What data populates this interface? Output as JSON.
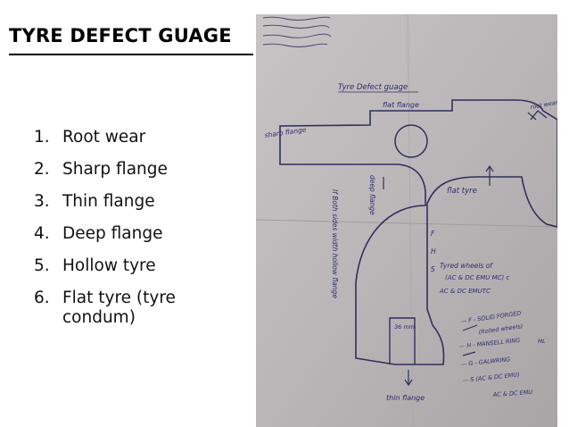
{
  "slide": {
    "title": "TYRE DEFECT GUAGE"
  },
  "defects": [
    {
      "num": "1.",
      "label": "Root wear"
    },
    {
      "num": "2.",
      "label": "Sharp flange"
    },
    {
      "num": "3.",
      "label": "Thin flange"
    },
    {
      "num": "4.",
      "label": "Deep flange"
    },
    {
      "num": "5.",
      "label": "Hollow tyre"
    },
    {
      "num": "6.",
      "label": "Flat tyre (tyre",
      "label2": "condum)"
    }
  ],
  "sketch": {
    "heading": "Tyre Defect guage",
    "flat_flange": "flat flange",
    "sharp_flange": "sharp flange",
    "root_wear": "root wear",
    "deep_flange": "deep flange",
    "flat_tyre": "flat tyre",
    "hollow_flange": "If Both sides width hollow flange",
    "marker_f": "F",
    "marker_h": "H",
    "marker_s": "S",
    "dimension": "36 mm",
    "tyred_wheels": "Tyred wheels of",
    "tyred_wheels_2": "(AC & DC EMU MC) c",
    "tyred_wheels_3": "AC & DC EMUTC",
    "legend_f": "— F - SOLID FORGED",
    "legend_f2": "(Rolled wheels)",
    "legend_h": "— H - MANSELL RING",
    "legend_g": "— G - GALWRING",
    "legend_s": "— S (AC & DC EMU)",
    "legend_ac": "AC & DC EMU",
    "thin_flange": "thin flange",
    "corner_note": "ML"
  }
}
